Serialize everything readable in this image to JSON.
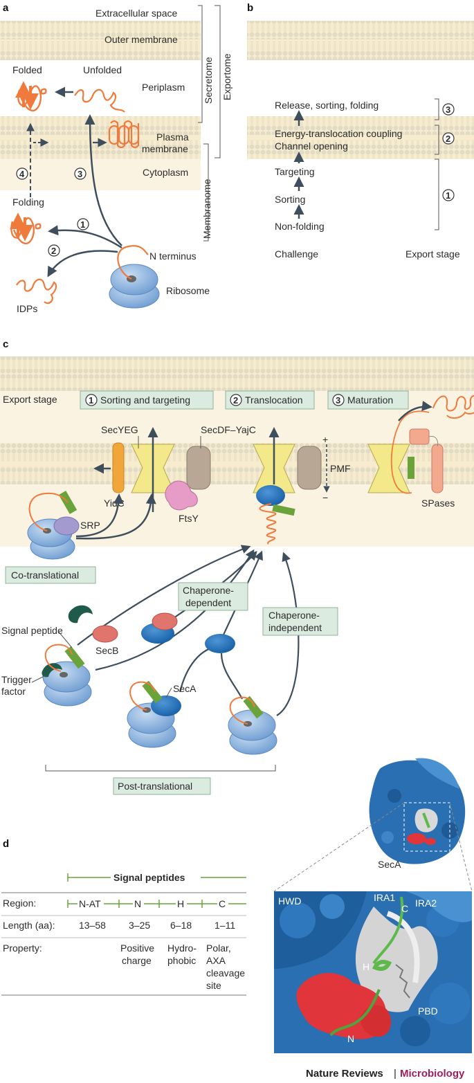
{
  "panel_a": {
    "label": "a",
    "extracellular": "Extracellular space",
    "outer_membrane": "Outer membrane",
    "periplasm": "Periplasm",
    "plasma_membrane_1": "Plasma",
    "plasma_membrane_2": "membrane",
    "cytoplasm": "Cytoplasm",
    "folded": "Folded",
    "unfolded": "Unfolded",
    "folding": "Folding",
    "idps": "IDPs",
    "n_terminus": "N terminus",
    "ribosome": "Ribosome",
    "secretome": "Secretome",
    "exportome": "Exportome",
    "membranome": "Membranome",
    "step1": "1",
    "step2": "2",
    "step3": "3",
    "step4": "4"
  },
  "panel_b": {
    "label": "b",
    "release": "Release, sorting, folding",
    "energy": "Energy-translocation coupling",
    "channel": "Channel opening",
    "targeting": "Targeting",
    "sorting": "Sorting",
    "nonfolding": "Non-folding",
    "challenge": "Challenge",
    "export_stage": "Export stage",
    "stage3": "3",
    "stage2": "2",
    "stage1": "1"
  },
  "panel_c": {
    "label": "c",
    "export_stage": "Export stage",
    "sorting_targeting": "Sorting and targeting",
    "translocation": "Translocation",
    "maturation": "Maturation",
    "n1": "1",
    "n2": "2",
    "n3": "3",
    "secyeg": "SecYEG",
    "secdf": "SecDF–YajC",
    "yidc": "YidC",
    "ftsy": "FtsY",
    "srp": "SRP",
    "pmf": "PMF",
    "plus": "+",
    "minus": "−",
    "spases": "SPases",
    "cotranslational": "Co-translational",
    "chaperone_dep_1": "Chaperone-",
    "chaperone_dep_2": "dependent",
    "chaperone_indep_1": "Chaperone-",
    "chaperone_indep_2": "independent",
    "signal_peptide": "Signal peptide",
    "secb": "SecB",
    "seca": "SecA",
    "trigger_1": "Trigger",
    "trigger_2": "factor",
    "posttranslational": "Post-translational"
  },
  "panel_d": {
    "label": "d",
    "signal_peptides": "Signal peptides",
    "region_label": "Region:",
    "length_label": "Length (aa):",
    "property_label": "Property:",
    "regions": [
      "N-AT",
      "N",
      "H",
      "C"
    ],
    "lengths": [
      "13–58",
      "3–25",
      "6–18",
      "1–11"
    ],
    "prop_n_1": "Positive",
    "prop_n_2": "charge",
    "prop_h_1": "Hydro-",
    "prop_h_2": "phobic",
    "prop_c_1": "Polar,",
    "prop_c_2": "AXA",
    "prop_c_3": "cleavage",
    "prop_c_4": "site",
    "seca": "SecA",
    "hwd": "HWD",
    "ira1": "IRA1",
    "ira2": "IRA2",
    "pbd": "PBD",
    "c": "C",
    "h": "H",
    "n": "N"
  },
  "footer": {
    "journal": "Nature Reviews",
    "separator": "|",
    "section": "Microbiology"
  },
  "colors": {
    "membrane_band": "#f8eccf",
    "lipid_head": "#e2dcc6",
    "chain_orange": "#f07a3c",
    "ribosome_blue": "#8fb5de",
    "secyeg_yellow": "#f4e98a",
    "secdf_brown": "#b8a795",
    "yidc_orange": "#f0a63a",
    "ftsy_pink": "#e79bc7",
    "srp_purple": "#a39bd0",
    "seca_blue": "#1d6eb8",
    "secb_red": "#e0756d",
    "signal_green": "#6aa33a",
    "stage_box": "#dcebe0",
    "arrow_slate": "#3e4e5c",
    "surface_blue": "#2a6fb1",
    "surface_red": "#e0353a",
    "journal_accent": "#9c1f5e"
  }
}
